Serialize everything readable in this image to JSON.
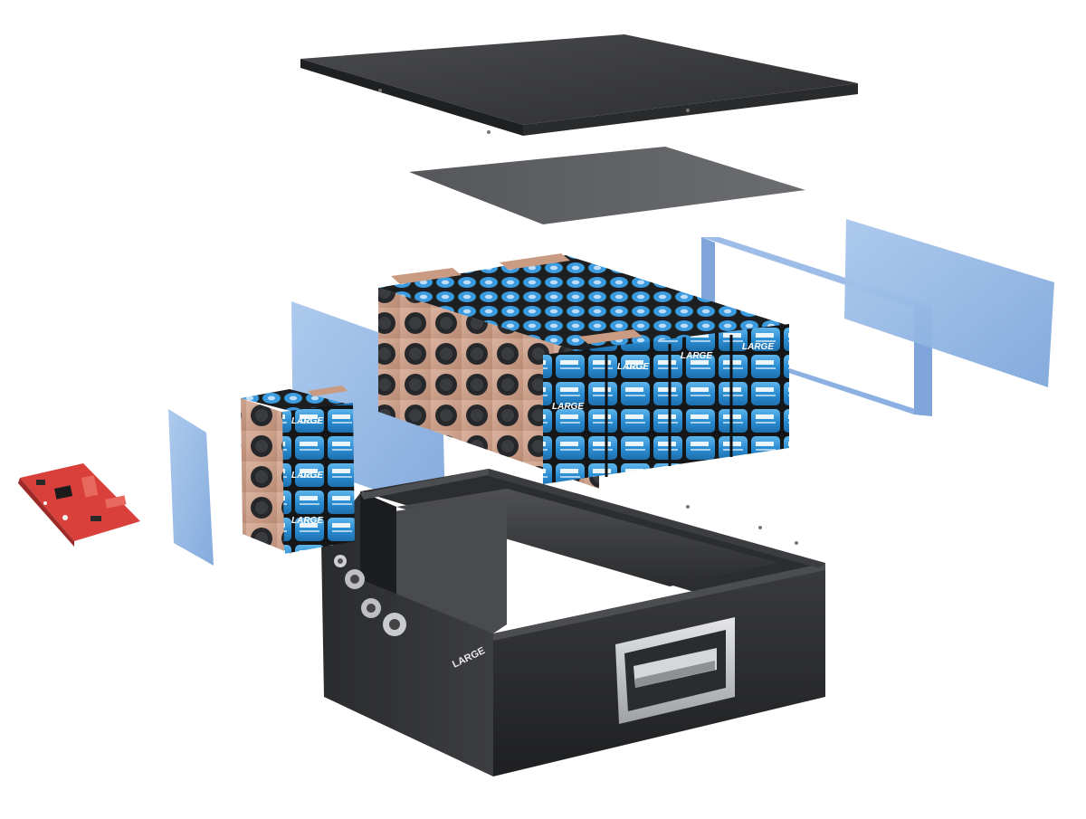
{
  "scene": {
    "brand": "LARGE",
    "case_brand": "LARGE",
    "components": [
      "top-cover",
      "insulation-sheet-top",
      "battery-module-main",
      "battery-module-side",
      "insulation-sheet-left",
      "insulation-sheet-small",
      "bms-board",
      "insulation-frame",
      "insulation-sheet-right",
      "battery-case"
    ],
    "colors": {
      "cover": "#3a3b3d",
      "cell": "#2f8fd0",
      "nickel_plate": "#c9a08a",
      "insulation": "#8fb6e3",
      "pcb": "#d9403c",
      "case": "#2a2b2d"
    }
  }
}
